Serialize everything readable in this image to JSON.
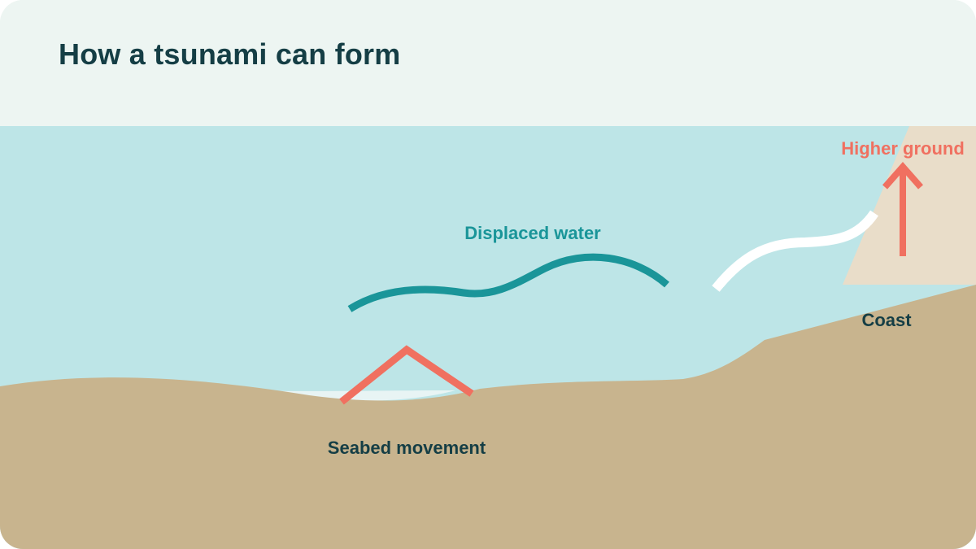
{
  "title": "How a tsunami can form",
  "labels": {
    "displaced_water": "Displaced water",
    "higher_ground": "Higher ground",
    "coast": "Coast",
    "seabed_movement": "Seabed movement"
  },
  "colors": {
    "background": "#edf5f2",
    "sea": "#bde5e7",
    "seabed": "#c8b48e",
    "highland": "#e9ddc9",
    "wave": "#1a9599",
    "accent": "#f07060",
    "title_text": "#153e45",
    "surge": "#ffffff"
  },
  "icons": {
    "seabed_movement": "up-chevron-icon",
    "higher_ground": "up-arrow-icon"
  }
}
